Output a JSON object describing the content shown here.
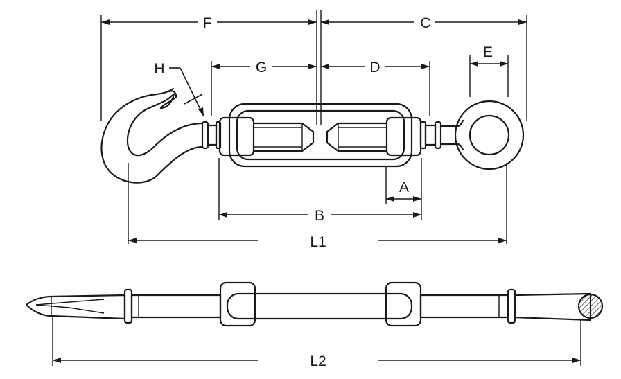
{
  "labels": {
    "F": "F",
    "C": "C",
    "H": "H",
    "G": "G",
    "D": "D",
    "E": "E",
    "A": "A",
    "B": "B",
    "L1": "L1",
    "L2": "L2"
  }
}
